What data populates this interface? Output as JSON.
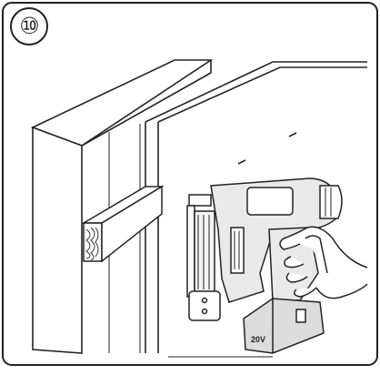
{
  "step": {
    "number": "⑩"
  },
  "tool": {
    "battery_label": "20V"
  },
  "icons": {
    "step_badge": "circled-number",
    "board": "wood-board",
    "panel": "wall-panel",
    "batten": "wood-batten",
    "nailer": "cordless-brad-nailer",
    "hand": "hand-icon",
    "battery": "battery-pack"
  },
  "colors": {
    "line": "#222222",
    "tool_fill": "#e9e9e9",
    "battery_fill": "#dcdcdc",
    "background": "#ffffff"
  }
}
